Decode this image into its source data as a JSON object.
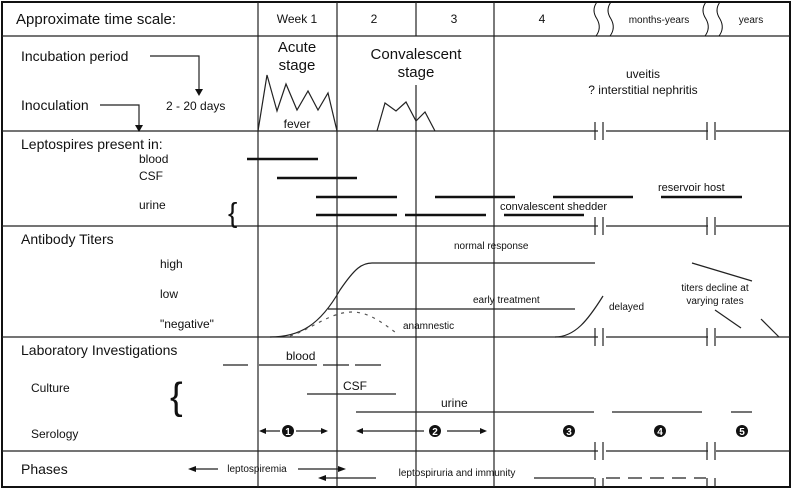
{
  "header": {
    "label": "Approximate time scale:",
    "columns": [
      "Week 1",
      "2",
      "3",
      "4",
      "months-years",
      "years"
    ]
  },
  "clinical": {
    "incubation_label": "Incubation period",
    "inoculation_label": "Inoculation",
    "incubation_duration": "2 - 20 days",
    "acute_stage": [
      "Acute",
      "stage"
    ],
    "fever_label": "fever",
    "convalescent_stage": [
      "Convalescent",
      "stage"
    ],
    "late": [
      "uveitis",
      "? interstitial nephritis"
    ]
  },
  "leptospires": {
    "title": "Leptospires present in:",
    "rows": [
      "blood",
      "CSF",
      "urine"
    ],
    "annotations": [
      "reservoir host",
      "convalescent shedder"
    ]
  },
  "antibody": {
    "title": "Antibody Titers",
    "levels": [
      "high",
      "low",
      "\"negative\""
    ],
    "curves": [
      "normal response",
      "early treatment",
      "anamnestic",
      "delayed",
      "titers decline at",
      "varying rates"
    ]
  },
  "lab": {
    "title": "Laboratory Investigations",
    "culture_label": "Culture",
    "serology_label": "Serology",
    "specimens": [
      "blood",
      "CSF",
      "urine"
    ],
    "serology_markers": [
      "1",
      "2",
      "3",
      "4",
      "5"
    ]
  },
  "phases": {
    "title": "Phases",
    "items": [
      "leptospiremia",
      "leptospiruria and immunity"
    ]
  }
}
